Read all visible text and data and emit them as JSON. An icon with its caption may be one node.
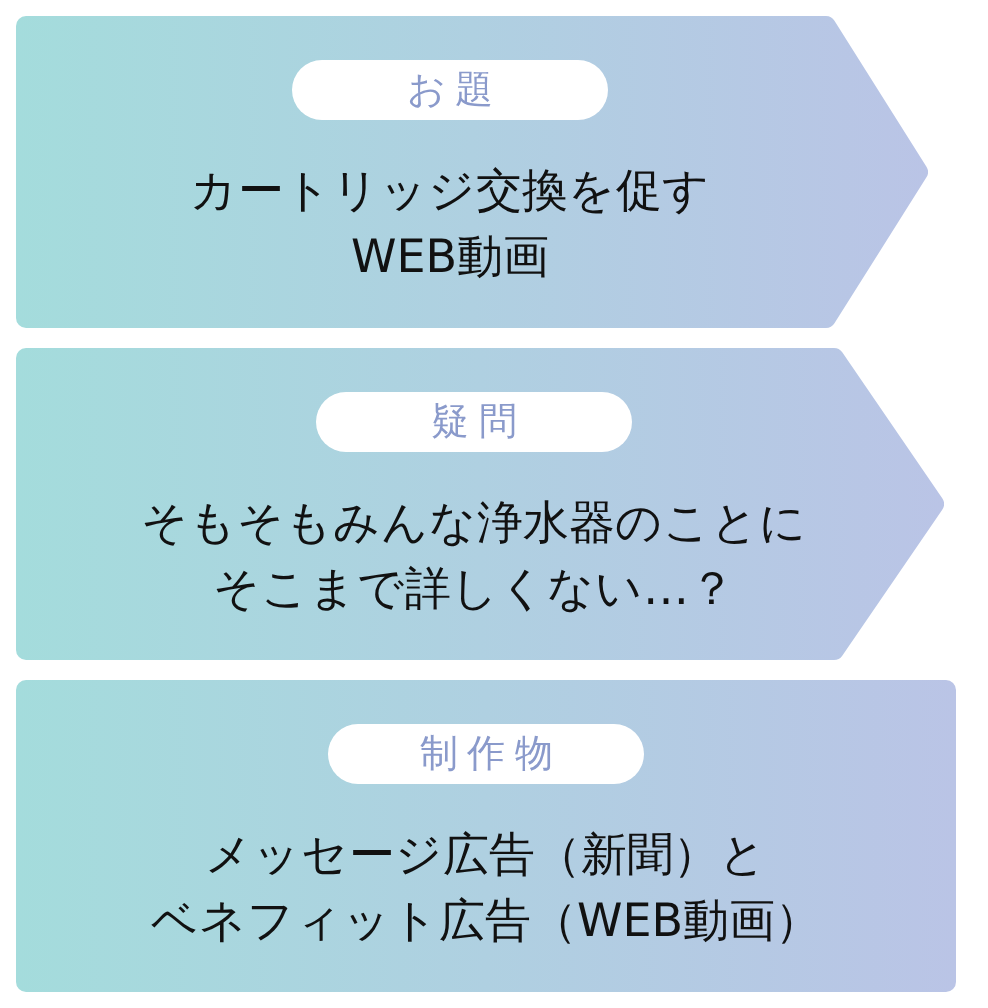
{
  "diagram": {
    "nodes": [
      {
        "text": [
          "お題",
          "カートリッジ交換を促すWEB動画"
        ]
      },
      {
        "text": [
          "疑問",
          "そもそもみんな浄水器のことにそこまで詳しくない…？"
        ]
      },
      {
        "text": [
          "制作物",
          "メッセージ広告（新聞）とベネフィット広告（WEB動画）"
        ]
      }
    ]
  }
}
